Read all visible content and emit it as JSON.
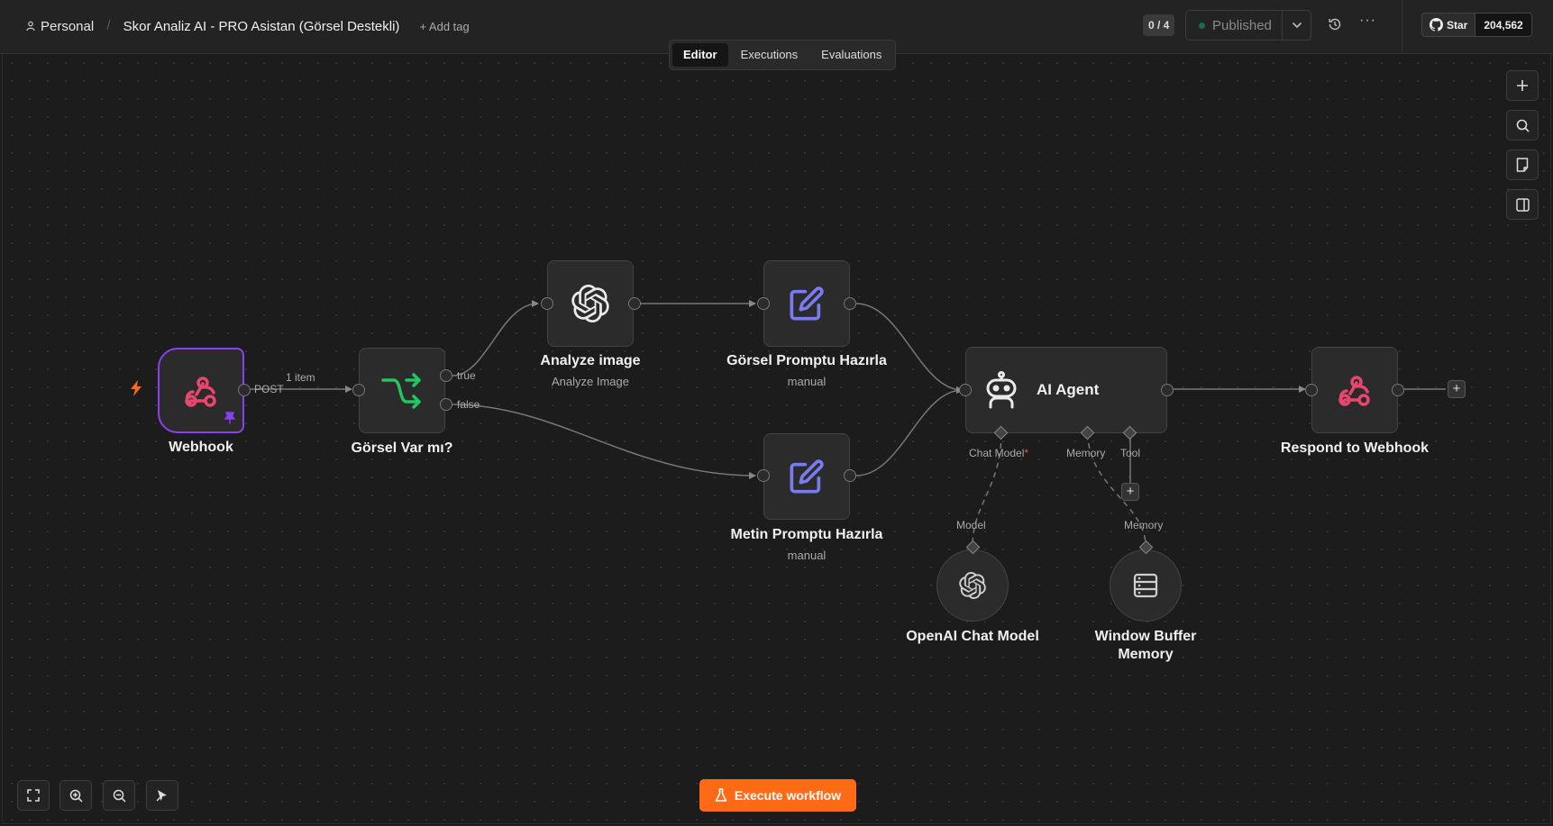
{
  "header": {
    "project": "Personal",
    "workflow_name": "Skor Analiz AI - PRO Asistan (Görsel Destekli)",
    "add_tag": "+ Add tag",
    "counter": "0 / 4",
    "publish_label": "Published",
    "github_star": "Star",
    "github_count": "204,562"
  },
  "tabs": [
    {
      "label": "Editor",
      "active": true
    },
    {
      "label": "Executions",
      "active": false
    },
    {
      "label": "Evaluations",
      "active": false
    }
  ],
  "nodes": {
    "webhook": {
      "label": "Webhook",
      "icon": "webhook-icon"
    },
    "if": {
      "label": "Görsel Var mı?",
      "icon": "branch-icon"
    },
    "analyze": {
      "label": "Analyze image",
      "sub": "Analyze Image",
      "icon": "openai-icon"
    },
    "gorsel_prompt": {
      "label": "Görsel Promptu Hazırla",
      "sub": "manual",
      "icon": "edit-icon"
    },
    "metin_prompt": {
      "label": "Metin Promptu Hazırla",
      "sub": "manual",
      "icon": "edit-icon"
    },
    "agent": {
      "label": "AI Agent",
      "icon": "robot-icon"
    },
    "respond": {
      "label": "Respond to Webhook",
      "icon": "webhook-icon"
    },
    "chat_model": {
      "label": "OpenAI Chat Model",
      "icon": "openai-icon"
    },
    "memory": {
      "label_line1": "Window Buffer",
      "label_line2": "Memory",
      "icon": "database-icon"
    }
  },
  "edge_labels": {
    "post": "POST",
    "items": "1 item",
    "true": "true",
    "false": "false",
    "chat_model": "Chat Model",
    "required_mark": "*",
    "memory": "Memory",
    "tool": "Tool",
    "model_in": "Model",
    "memory_in": "Memory"
  },
  "footer": {
    "execute": "Execute workflow"
  },
  "colors": {
    "accent": "#ff6a17",
    "webhook_pink": "#e8466f",
    "if_green": "#22c55e",
    "edit_purple": "#7b7bf0",
    "trigger_border": "#8a3ff0"
  }
}
